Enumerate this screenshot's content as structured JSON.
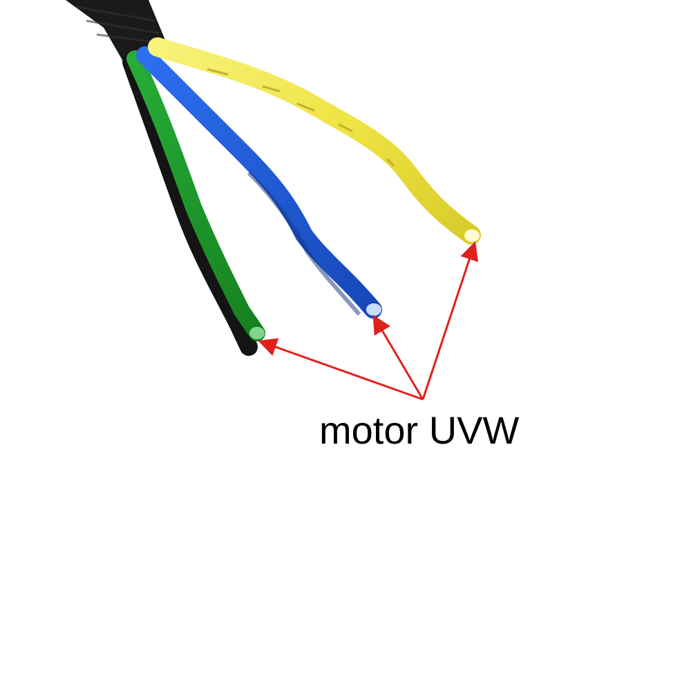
{
  "caption": "motor UVW",
  "colors": {
    "background": "#ffffff",
    "sheath": "#1a1a1a",
    "wire_yellow": "#f2ea4a",
    "wire_blue": "#1f5fd6",
    "wire_green": "#1f9a2e",
    "arrow": "#e0201c",
    "caption_text": "#000000"
  },
  "wires": [
    {
      "name": "yellow",
      "color": "yellow"
    },
    {
      "name": "blue",
      "color": "blue"
    },
    {
      "name": "green",
      "color": "green"
    }
  ],
  "arrow_count": 3
}
